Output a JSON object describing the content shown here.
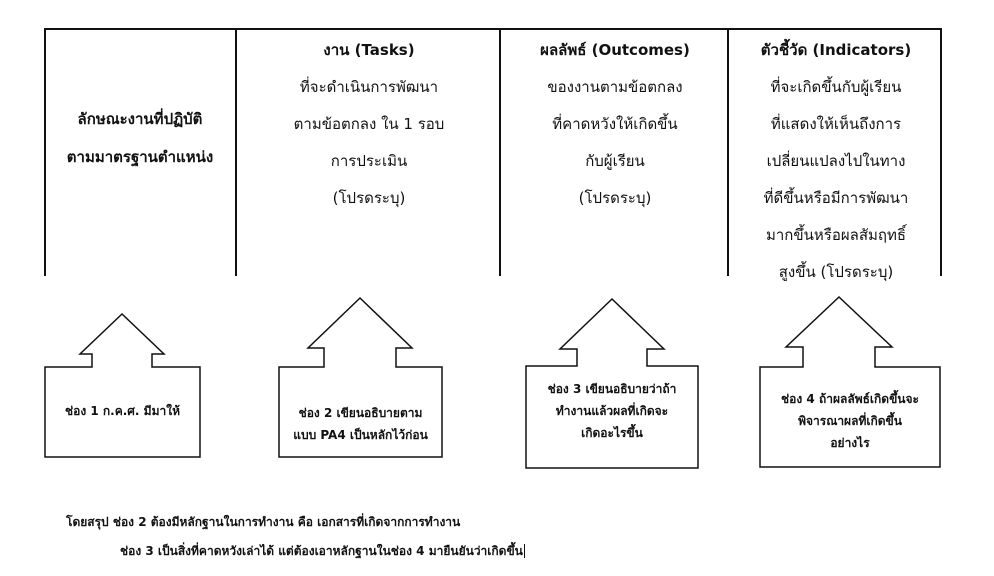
{
  "table": {
    "col1": {
      "lines": [
        "ลักษณะงานที่ปฏิบัติ",
        "ตามมาตรฐานตำแหน่ง"
      ]
    },
    "col2": {
      "header": "งาน (Tasks)",
      "lines": [
        "ที่จะดำเนินการพัฒนา",
        "ตามข้อตกลง ใน 1 รอบ",
        "การประเมิน",
        "(โปรดระบุ)"
      ]
    },
    "col3": {
      "header": "ผลลัพธ์ (Outcomes)",
      "lines": [
        "ของงานตามข้อตกลง",
        "ที่คาดหวังให้เกิดขึ้น",
        "กับผู้เรียน",
        "(โปรดระบุ)"
      ]
    },
    "col4": {
      "header": "ตัวชี้วัด (Indicators)",
      "lines": [
        "ที่จะเกิดขึ้นกับผู้เรียน",
        "ที่แสดงให้เห็นถึงการ",
        "เปลี่ยนแปลงไปในทาง",
        "ที่ดีขึ้นหรือมีการพัฒนา",
        "มากขึ้นหรือผลสัมฤทธิ์",
        "สูงขึ้น (โปรดระบุ)"
      ]
    }
  },
  "notes": {
    "note1": [
      "ช่อง 1 ก.ค.ศ. มีมาให้"
    ],
    "note2": [
      "ช่อง 2 เขียนอธิบายตาม",
      "แบบ PA4 เป็นหลักไว้ก่อน"
    ],
    "note3": [
      "ช่อง 3 เขียนอธิบายว่าถ้า",
      "ทำงานแล้วผลที่เกิดจะ",
      "เกิดอะไรขึ้น"
    ],
    "note4": [
      "ช่อง 4 ถ้าผลลัพธ์เกิดขึ้นจะ",
      "พิจารณาผลที่เกิดขึ้น",
      "อย่างไร"
    ]
  },
  "summary": {
    "line1": "โดยสรุป ช่อง 2 ต้องมีหลักฐานในการทำงาน คือ เอกสารที่เกิดจากการทำงาน",
    "line2": "ช่อง 3 เป็นสิ่งที่คาดหวังเล่าได้ แต่ต้องเอาหลักฐานในช่อง 4 มายืนยันว่าเกิดขึ้น"
  }
}
